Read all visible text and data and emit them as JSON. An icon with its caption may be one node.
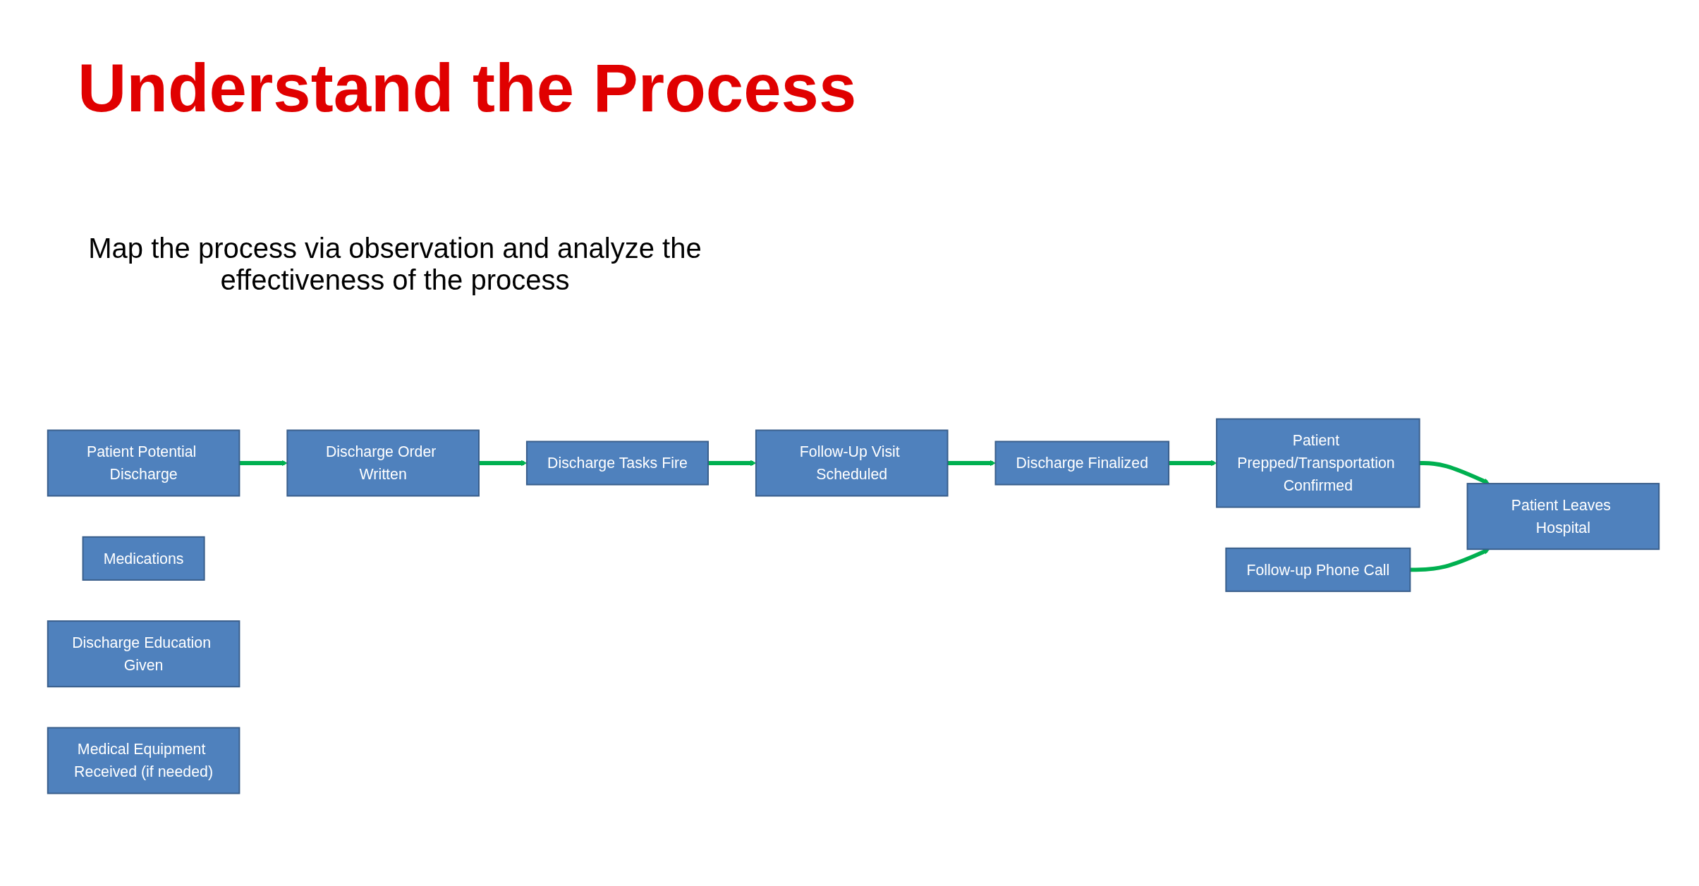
{
  "diagram": {
    "title": "Understand the Process",
    "nodes": [
      {
        "text": [
          "Patient Potential Discharge"
        ]
      },
      {
        "text": [
          "Discharge Order Written"
        ]
      },
      {
        "text": [
          "Discharge Tasks Fire"
        ]
      },
      {
        "text": [
          "Medications"
        ]
      },
      {
        "text": [
          "Follow-Up Visit Scheduled"
        ]
      },
      {
        "text": [
          "Discharge Education Given"
        ]
      },
      {
        "text": [
          "Medical Equipment Received (if needed)"
        ]
      },
      {
        "text": [
          "Discharge Finalized"
        ]
      },
      {
        "text": [
          "Patient Prepped/Transportation Confirmed"
        ]
      },
      {
        "text": [
          "Patient Leaves Hospital"
        ]
      },
      {
        "text": [
          "Follow-up Phone Call"
        ]
      }
    ],
    "edges": [
      {
        "from": 0,
        "to": 1,
        "arrow": "to"
      },
      {
        "from": 1,
        "to": 2,
        "arrow": "to"
      },
      {
        "from": 2,
        "to": 4,
        "arrow": "to"
      },
      {
        "from": 4,
        "to": 7,
        "arrow": "to"
      },
      {
        "from": 7,
        "to": 8,
        "arrow": "to"
      },
      {
        "from": 8,
        "to": 9,
        "arrow": "to"
      },
      {
        "from": 10,
        "to": 9,
        "arrow": "to"
      }
    ],
    "labels": [
      "Map the process via observation and analyze the effectiveness of the process"
    ]
  }
}
